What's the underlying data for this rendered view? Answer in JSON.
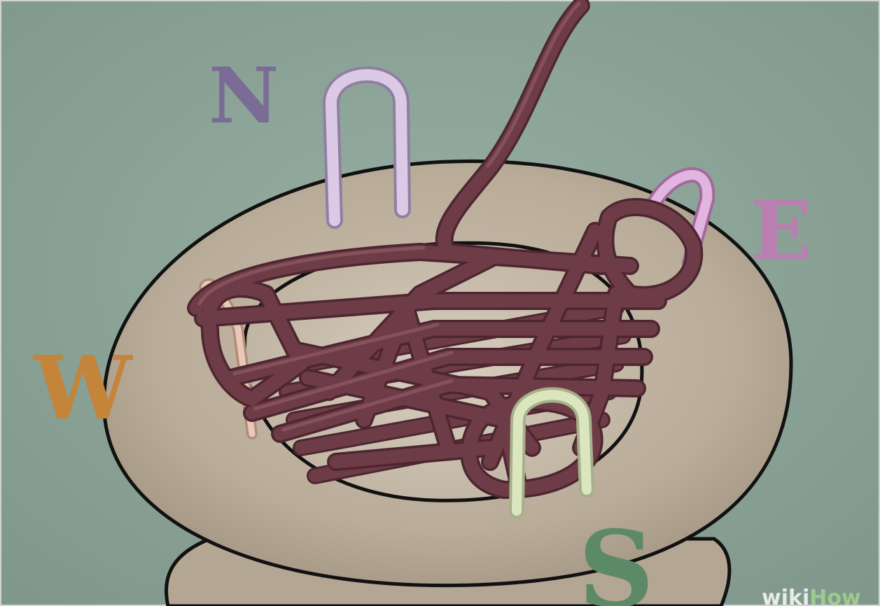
{
  "labels": {
    "north": "N",
    "east": "E",
    "south": "S",
    "west": "W"
  },
  "watermark": {
    "brand_a": "wiki",
    "brand_b": "How"
  },
  "colors": {
    "background": "#8fa69b",
    "spool": "#bdb09e",
    "spool_shade": "#a99b88",
    "outline": "#111111",
    "wire": "#6e3c47",
    "wire_dark": "#4d2630",
    "wire_light": "#8f5a64",
    "north_letter": "#7b6c96",
    "east_letter": "#b97fb0",
    "south_letter": "#5c8a66",
    "west_letter": "#c4843a",
    "north_pin": "#dcc9e6",
    "east_pin": "#e2b4e0",
    "south_pin": "#dbe6bf",
    "west_pin": "#e8c8b8"
  }
}
